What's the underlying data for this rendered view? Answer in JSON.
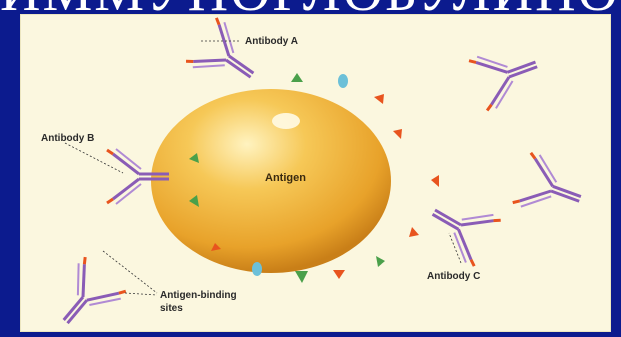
{
  "slide": {
    "title_fragment": "ИММУНОГЛОБУЛИНОВ"
  },
  "diagram": {
    "center_label": "Antigen",
    "labels": {
      "antibody_a": "Antibody A",
      "antibody_b": "Antibody B",
      "antibody_c": "Antibody C",
      "binding_sites_line1": "Antigen-binding",
      "binding_sites_line2": "sites"
    },
    "colors": {
      "background": "#0c1b8e",
      "panel": "#fbf7df",
      "antigen": "#f0b63c",
      "antibody": "#8a5cb6",
      "epitope_orange": "#e8541e",
      "epitope_green": "#4aa04a",
      "epitope_blue": "#6cc0d8"
    }
  }
}
